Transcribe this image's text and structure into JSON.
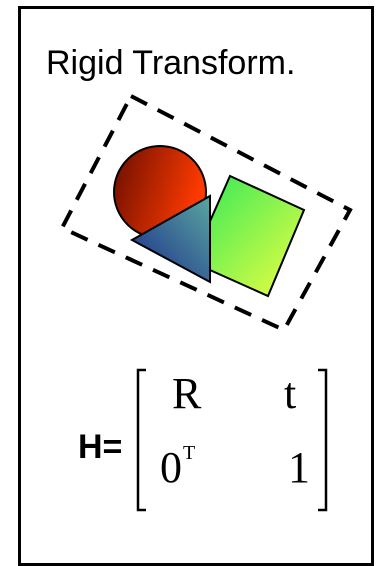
{
  "title": "Rigid Transform.",
  "equation": {
    "lhs": "H=",
    "matrix": {
      "r1c1": "R",
      "r1c2": "t",
      "r2c1_base": "0",
      "r2c1_sup": "T",
      "r2c2": "1"
    }
  },
  "colors": {
    "circle_gradient": [
      "#6a0e00",
      "#ff3a00"
    ],
    "triangle_gradient": [
      "#1a2a8a",
      "#5aa7a0"
    ],
    "square_gradient": [
      "#2ee85a",
      "#f0ff40"
    ],
    "outline": "#000000"
  }
}
